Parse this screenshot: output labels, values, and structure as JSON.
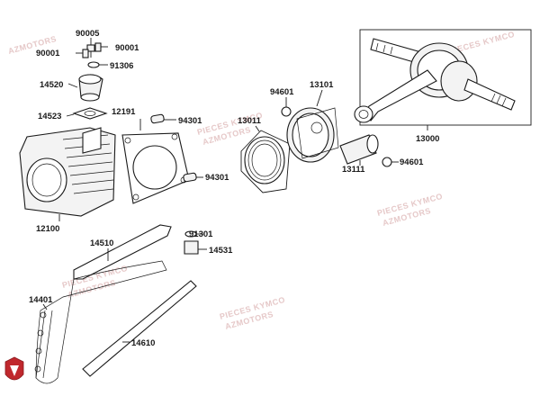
{
  "diagram": {
    "watermark": [
      "PIECES KYMCO",
      "AZMOTORS"
    ],
    "labels": [
      {
        "id": "p90005",
        "text": "90005"
      },
      {
        "id": "p90001a",
        "text": "90001"
      },
      {
        "id": "p90001b",
        "text": "90001"
      },
      {
        "id": "p91306",
        "text": "91306"
      },
      {
        "id": "p14520",
        "text": "14520"
      },
      {
        "id": "p14523",
        "text": "14523"
      },
      {
        "id": "p12191",
        "text": "12191"
      },
      {
        "id": "p94301a",
        "text": "94301"
      },
      {
        "id": "p94601a",
        "text": "94601"
      },
      {
        "id": "p13101",
        "text": "13101"
      },
      {
        "id": "p13011",
        "text": "13011"
      },
      {
        "id": "p13000",
        "text": "13000"
      },
      {
        "id": "p94301b",
        "text": "94301"
      },
      {
        "id": "p13111",
        "text": "13111"
      },
      {
        "id": "p94601b",
        "text": "94601"
      },
      {
        "id": "p12100",
        "text": "12100"
      },
      {
        "id": "p91301",
        "text": "91301"
      },
      {
        "id": "p14510",
        "text": "14510"
      },
      {
        "id": "p14531",
        "text": "14531"
      },
      {
        "id": "p14401",
        "text": "14401"
      },
      {
        "id": "p14610",
        "text": "14610"
      }
    ],
    "colors": {
      "logo": "#c0282d",
      "line": "#1a1a1a",
      "watermark": "#e6c9c9"
    }
  }
}
